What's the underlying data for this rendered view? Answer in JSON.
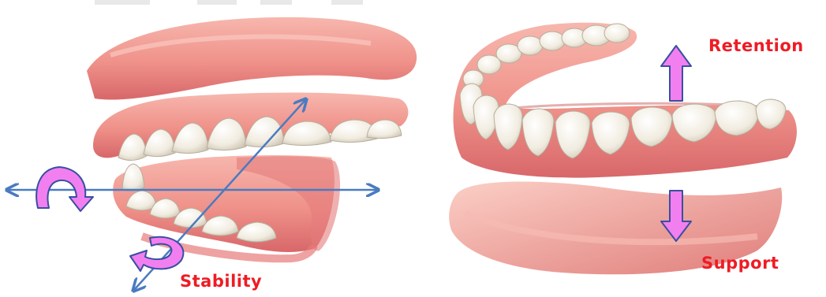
{
  "labels": {
    "retention": "Retention",
    "support": "Support",
    "stability": "Stability"
  },
  "colors": {
    "label_text": "#ee1c24",
    "force_arrow_fill": "#f27ff0",
    "force_arrow_stroke": "#3a4fa0",
    "axis_line": "#4a7bc0",
    "gum": "#f29a94",
    "gum_dark": "#dd6d6c",
    "tooth": "#f4f0e4",
    "tooth_shade": "#cbc4b2"
  },
  "icons": [
    "retention-arrow-icon",
    "support-arrow-icon",
    "horizontal-rotation-arrow-icon",
    "oblique-rotation-arrow-icon"
  ]
}
